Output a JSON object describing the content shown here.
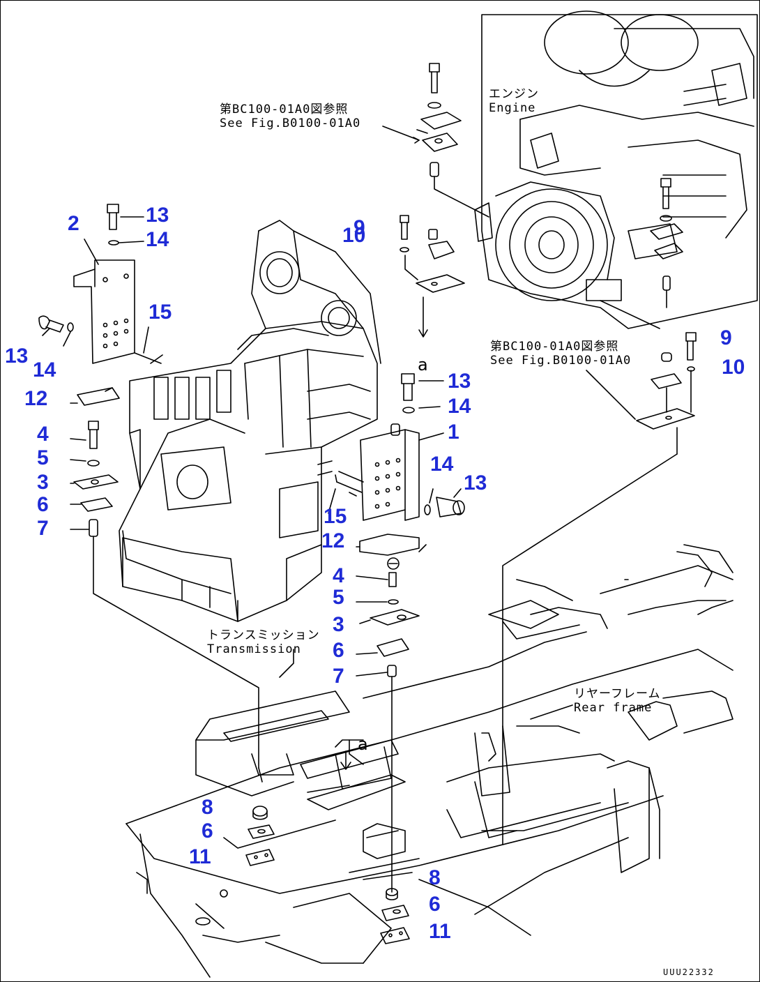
{
  "colors": {
    "callout": "#1f2bd6",
    "line": "#000000",
    "background": "#ffffff"
  },
  "notes": {
    "see_fig_top_jp": "第BC100-01A0図参照",
    "see_fig_top_en": "See Fig.B0100-01A0",
    "engine_jp": "エンジン",
    "engine_en": "Engine",
    "see_fig_right_jp": "第BC100-01A0図参照",
    "see_fig_right_en": "See Fig.B0100-01A0",
    "transmission_jp": "トランスミッション",
    "transmission_en": "Transmission",
    "rear_frame_jp": "リヤーフレーム",
    "rear_frame_en": "Rear frame",
    "ref_a_upper": "a",
    "ref_a_lower": "a"
  },
  "figure_number": "UUU22332",
  "callouts": [
    {
      "id": "c2",
      "text": "2"
    },
    {
      "id": "c13a",
      "text": "13"
    },
    {
      "id": "c14a",
      "text": "14"
    },
    {
      "id": "c15a",
      "text": "15"
    },
    {
      "id": "c13b",
      "text": "13"
    },
    {
      "id": "c14b",
      "text": "14"
    },
    {
      "id": "c12a",
      "text": "12"
    },
    {
      "id": "c4a",
      "text": "4"
    },
    {
      "id": "c5a",
      "text": "5"
    },
    {
      "id": "c3a",
      "text": "3"
    },
    {
      "id": "c6a",
      "text": "6"
    },
    {
      "id": "c7a",
      "text": "7"
    },
    {
      "id": "c9a",
      "text": "9"
    },
    {
      "id": "c10a",
      "text": "10"
    },
    {
      "id": "c9b",
      "text": "9"
    },
    {
      "id": "c10b",
      "text": "10"
    },
    {
      "id": "c13c",
      "text": "13"
    },
    {
      "id": "c14c",
      "text": "14"
    },
    {
      "id": "c1",
      "text": "1"
    },
    {
      "id": "c14d",
      "text": "14"
    },
    {
      "id": "c13d",
      "text": "13"
    },
    {
      "id": "c15b",
      "text": "15"
    },
    {
      "id": "c12b",
      "text": "12"
    },
    {
      "id": "c4b",
      "text": "4"
    },
    {
      "id": "c5b",
      "text": "5"
    },
    {
      "id": "c3b",
      "text": "3"
    },
    {
      "id": "c6b",
      "text": "6"
    },
    {
      "id": "c7b",
      "text": "7"
    },
    {
      "id": "c8a",
      "text": "8"
    },
    {
      "id": "c6c",
      "text": "6"
    },
    {
      "id": "c11a",
      "text": "11"
    },
    {
      "id": "c8b",
      "text": "8"
    },
    {
      "id": "c6d",
      "text": "6"
    },
    {
      "id": "c11b",
      "text": "11"
    }
  ]
}
